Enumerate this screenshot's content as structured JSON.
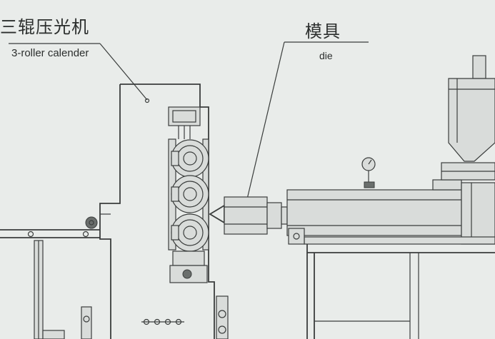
{
  "labels": {
    "calender_cn": "三辊压光机",
    "calender_en": "3-roller calender",
    "die_cn": "模具",
    "die_en": "die"
  },
  "colors": {
    "background": "#e9ecea",
    "linework": "#3a3d3c",
    "text": "#2b2e2d"
  }
}
